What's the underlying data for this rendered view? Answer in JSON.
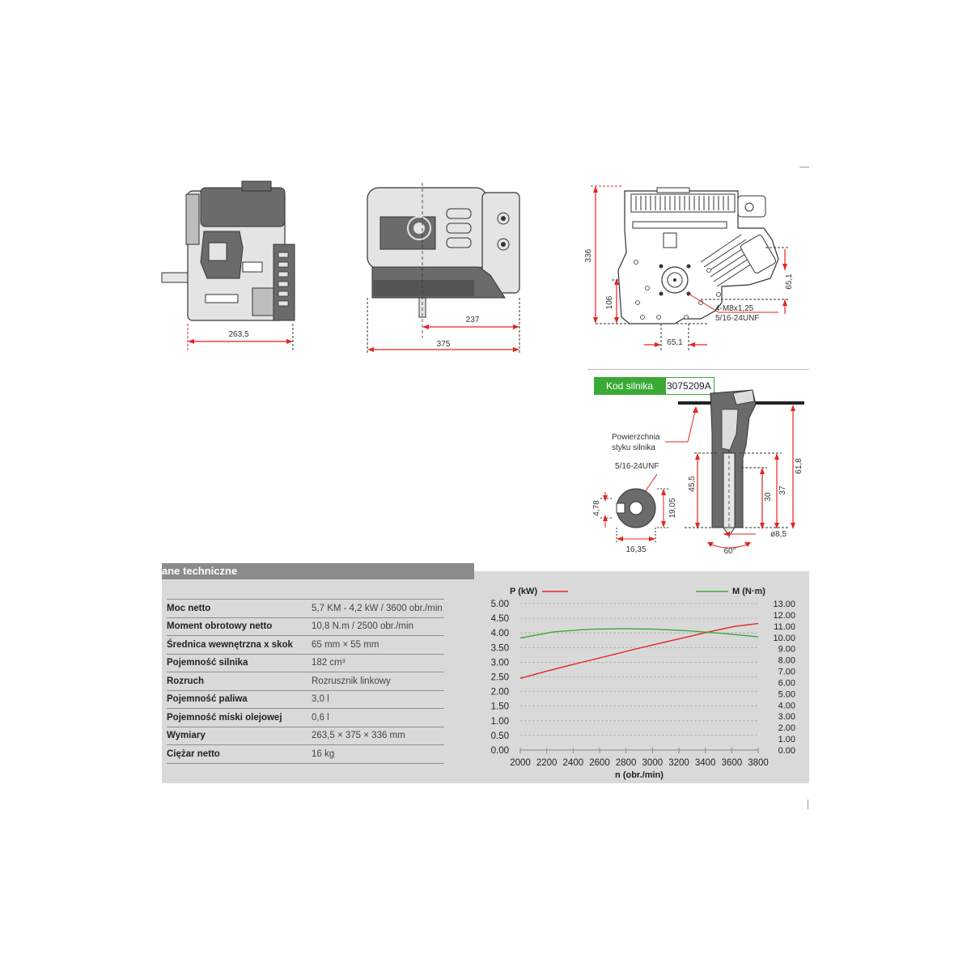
{
  "drawings": {
    "dim_width": "263,5",
    "dim_length": "375",
    "dim_shaft_offset": "237",
    "dim_height": "336",
    "dim_mount_height": "106",
    "dim_mount_vertical": "65,1",
    "dim_mount_horizontal": "65,1",
    "bolt_spec": "4-M8x1,25",
    "shaft_thread_label": "5/16-24UNF",
    "contact_surface_label_1": "Powierzchnia",
    "contact_surface_label_2": "styku silnika",
    "shaft_thread_label_2": "5/16-24UNF",
    "dim_keyway": "4,78",
    "dim_shaft_diameter": "19,05",
    "dim_key_height": "16,35",
    "dim_45_5": "45,5",
    "dim_30": "30",
    "dim_37": "37",
    "dim_61_8": "61,8",
    "dim_bore": "ø8,5",
    "dim_angle": "60°"
  },
  "engine_code": {
    "label": "Kod silnika",
    "value": "3075209A",
    "label_bg": "#3aaa35"
  },
  "specs": {
    "title": "ane techniczne",
    "rows": [
      {
        "label": "Moc netto",
        "value": "5,7 KM - 4,2 kW / 3600 obr./min"
      },
      {
        "label": "Moment obrotowy netto",
        "value": "10,8 N.m / 2500 obr./min"
      },
      {
        "label": "Średnica wewnętrzna x skok",
        "value": "65 mm × 55 mm"
      },
      {
        "label": "Pojemność silnika",
        "value": "182 cm³"
      },
      {
        "label": "Rozruch",
        "value": "Rozrusznik linkowy"
      },
      {
        "label": "Pojemność paliwa",
        "value": "3,0 l"
      },
      {
        "label": "Pojemność miski olejowej",
        "value": "0,6 l"
      },
      {
        "label": "Wymiary",
        "value": "263,5 × 375 × 336 mm"
      },
      {
        "label": "Ciężar netto",
        "value": "16 kg"
      }
    ]
  },
  "chart_data": {
    "type": "line",
    "xlabel": "n (obr./min)",
    "x": [
      2000,
      2200,
      2400,
      2600,
      2800,
      3000,
      3200,
      3400,
      3600,
      3800
    ],
    "x_ticks": [
      "2000",
      "2200",
      "2400",
      "2600",
      "2800",
      "3000",
      "3200",
      "3400",
      "3600",
      "3800"
    ],
    "y_left_label": "P (kW)",
    "y_left_ticks": [
      "5.00",
      "4.50",
      "4.00",
      "3.50",
      "3.00",
      "2.50",
      "2.00",
      "1.50",
      "1.00",
      "0.50",
      "0.00"
    ],
    "y_left_range": [
      0,
      5
    ],
    "y_right_label": "M (N·m)",
    "y_right_ticks": [
      "13.00",
      "12.00",
      "11.00",
      "10.00",
      "9.00",
      "8.00",
      "7.00",
      "6.00",
      "5.00",
      "4.00",
      "3.00",
      "2.00",
      "1.00",
      "0.00"
    ],
    "y_right_range": [
      0,
      13
    ],
    "legend_placement": "top",
    "series": [
      {
        "name": "P (kW)",
        "axis": "left",
        "color": "#e3261f",
        "values": [
          2.45,
          2.67,
          2.88,
          3.08,
          3.28,
          3.48,
          3.67,
          3.86,
          4.05,
          4.22,
          4.32
        ]
      },
      {
        "name": "M (N·m)",
        "axis": "right",
        "color": "#3aaa35",
        "values": [
          9.95,
          10.5,
          10.72,
          10.78,
          10.73,
          10.58,
          10.35,
          10.05
        ]
      }
    ]
  }
}
